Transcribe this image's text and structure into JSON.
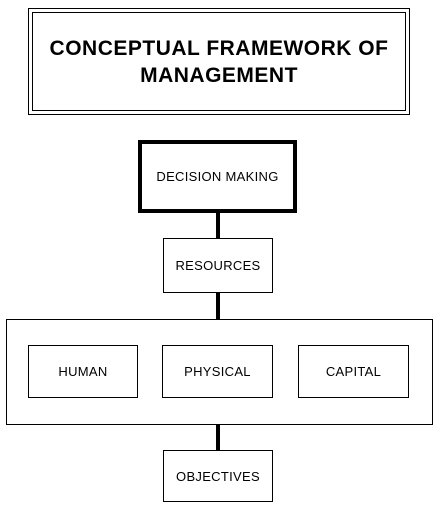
{
  "diagram": {
    "title": "CONCEPTUAL FRAMEWORK OF\nMANAGEMENT",
    "nodes": {
      "decision_making": "DECISION MAKING",
      "resources": "RESOURCES",
      "human": "HUMAN",
      "physical": "PHYSICAL",
      "capital": "CAPITAL",
      "objectives": "OBJECTIVES"
    }
  }
}
